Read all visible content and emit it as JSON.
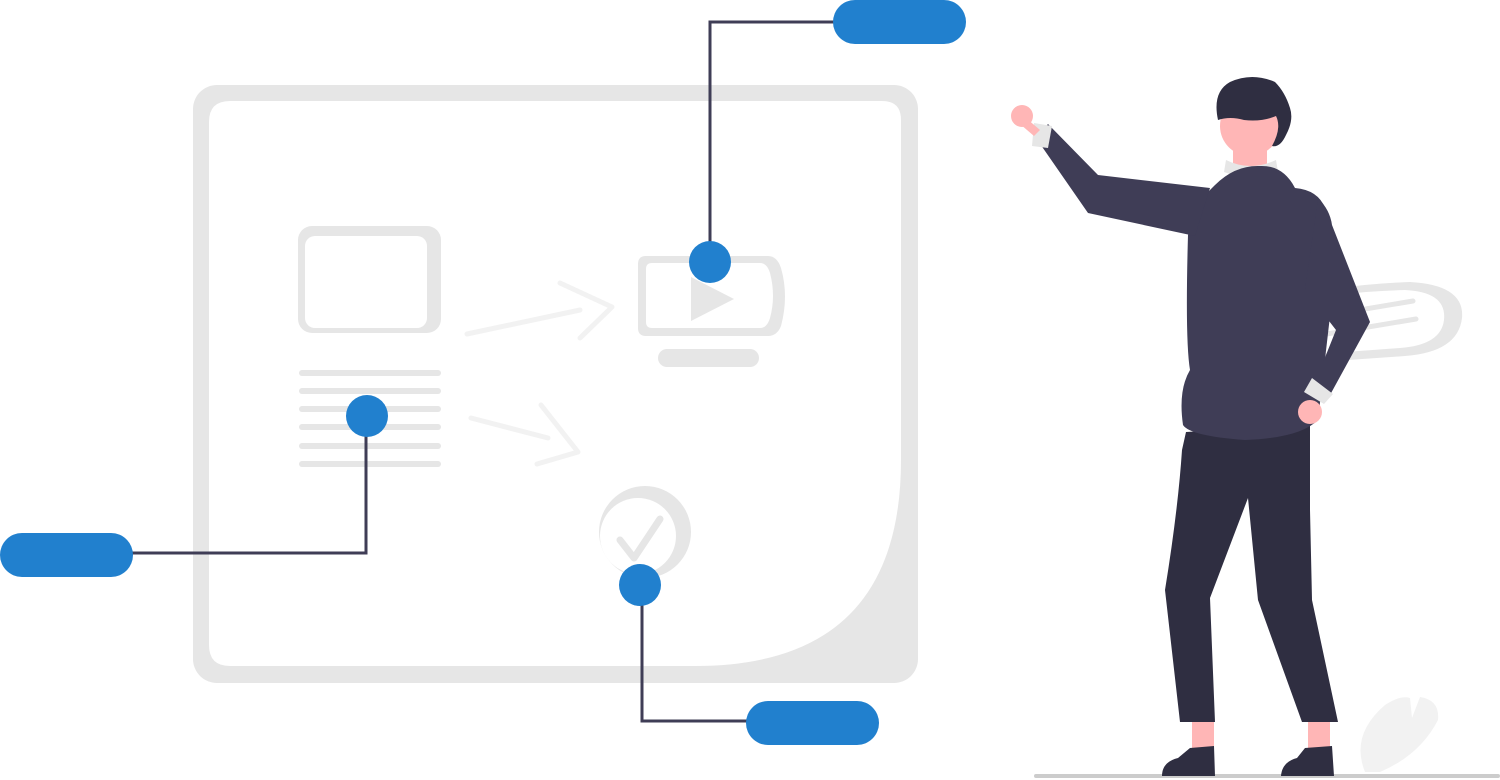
{
  "colors": {
    "accent": "#2180CE",
    "board": "#E6E6E6",
    "board_inner": "#FFFFFF",
    "ghost": "#F2F2F2",
    "connector": "#3F3D56",
    "shirt": "#3F3D56",
    "pants": "#2F2E41",
    "skin": "#FFB6B6",
    "hair": "#2F2E41",
    "ground": "#CCCCCC"
  },
  "callouts": [
    {
      "name": "callout-top",
      "target": "video-player"
    },
    {
      "name": "callout-left",
      "target": "text-document"
    },
    {
      "name": "callout-bottom",
      "target": "check-badge"
    }
  ],
  "icons": [
    "image-placeholder-icon",
    "text-lines-icon",
    "play-icon",
    "check-icon",
    "speech-bubble-icon",
    "leaf-icon"
  ]
}
